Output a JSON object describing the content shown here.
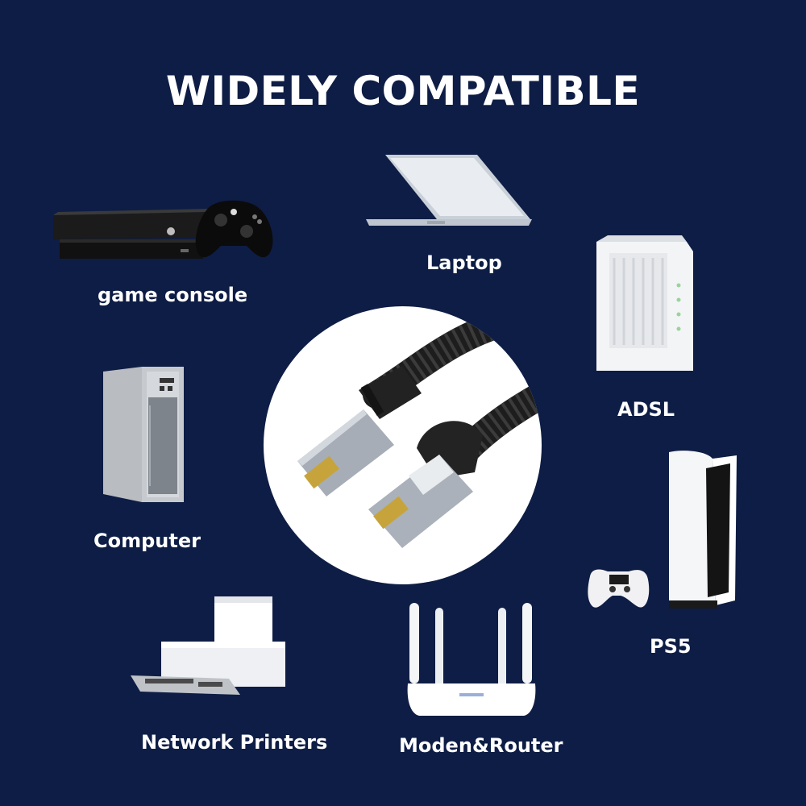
{
  "title": "WIDELY COMPATIBLE",
  "devices": {
    "game_console": "game console",
    "laptop": "Laptop",
    "adsl": "ADSL",
    "computer": "Computer",
    "ps5": "PS5",
    "network_printers": "Network Printers",
    "router": "Moden&Router"
  },
  "colors": {
    "background": "#0e1d45",
    "text": "#ffffff",
    "circle": "#ffffff"
  },
  "icons": [
    "xbox-console-icon",
    "laptop-icon",
    "adsl-modem-icon",
    "desktop-tower-icon",
    "ethernet-cable-icon",
    "ps5-console-icon",
    "printer-icon",
    "router-icon"
  ]
}
